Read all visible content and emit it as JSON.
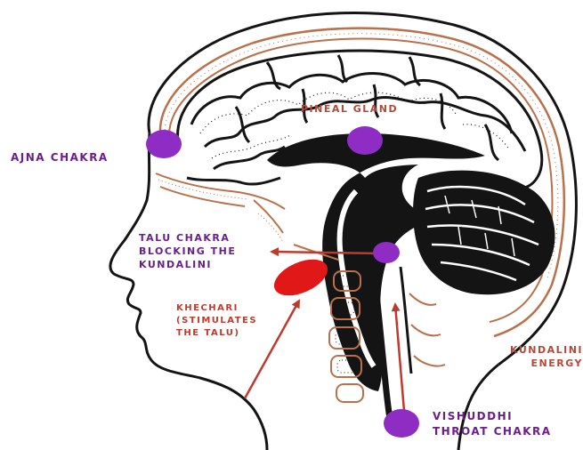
{
  "labels": {
    "ajna": "AJNA CHAKRA",
    "pineal": "PINEAL GLAND",
    "talu_line1": "TALU CHAKRA",
    "talu_line2": "BLOCKING THE",
    "talu_line3": "KUNDALINI",
    "khechari_line1": "KHECHARI",
    "khechari_line2": "(STIMULATES",
    "khechari_line3": "THE TALU)",
    "kundalini_line1": "KUNDALINI",
    "kundalini_line2": "ENERGY",
    "vishuddhi_line1": "VISHUDDHI",
    "vishuddhi_line2": "THROAT CHAKRA"
  },
  "colors": {
    "chakra_dot": "#8e2cc4",
    "khechari": "#e01818",
    "arrow": "#c0392b",
    "outline": "#141414",
    "brown": "#b8714a",
    "purple_text": "#6a1f8a"
  }
}
